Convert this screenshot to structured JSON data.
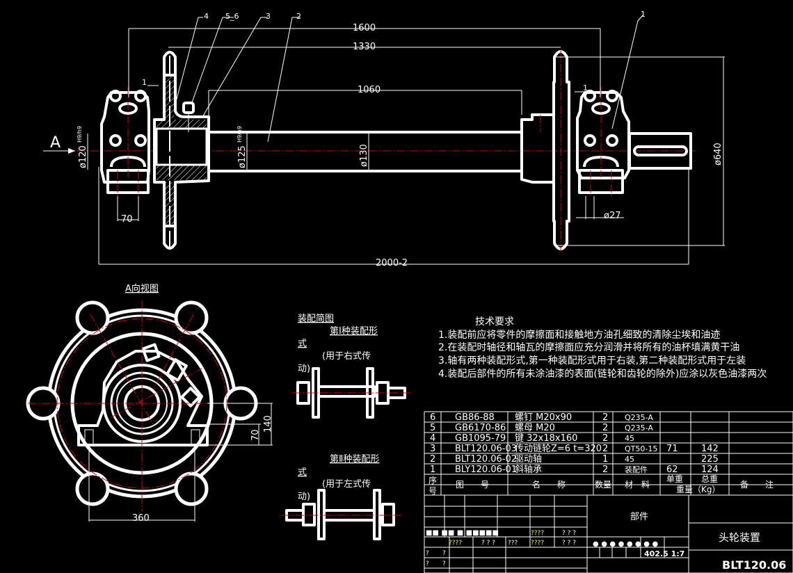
{
  "colors": {
    "background": "#000000",
    "lines": "#ffffff",
    "centerline": "#dd0000",
    "garbled": "#ffff00"
  },
  "main_view": {
    "view_arrow": "A",
    "dims": {
      "d1600": "1600",
      "d1330": "1330",
      "d1060": "1060",
      "d2000": "2000-2",
      "d640": "ø640",
      "d27": "ø27",
      "d70": "70",
      "d120": "ø120",
      "d120_fit": "H9/h9",
      "d125": "ø125",
      "d125_fit": "H9/h9",
      "d130": "ø130",
      "gap_left": "1",
      "gap_right": "1"
    },
    "callouts": {
      "c4": "4",
      "c56": "5_6",
      "c3": "3",
      "c2": "2",
      "c1": "1"
    }
  },
  "a_view": {
    "title": "A向视图",
    "d360": "360",
    "d140": "140",
    "d70": "70"
  },
  "assembly": {
    "title": "装配简图",
    "form1_a": "第Ⅰ种装配形",
    "form1_b": "式",
    "form1_c": "(用于右式传",
    "form1_d": "动)",
    "form2_a": "第Ⅱ种装配形",
    "form2_b": "式",
    "form2_c": "(用于左式传",
    "form2_d": "动)"
  },
  "tech_req": {
    "title": "技术要求",
    "items": [
      "1.装配前应将零件的摩擦面和接触地方油孔细致的清除尘埃和油迹",
      "2.在装配时轴径和轴瓦的摩擦面应充分润滑并将所有的油杯填满黄干油",
      "3.轴有两种装配形式,第一种装配形式用于右装,第二种装配形式用于左装",
      "4.装配后部件的所有未涂油漆的表面(链轮和齿轮的除外)应涂以灰色油漆两次"
    ]
  },
  "bom": {
    "rows": [
      [
        "6",
        "GB86-88",
        "螺钉 M20x90",
        "2",
        "Q235-A",
        "",
        ""
      ],
      [
        "5",
        "GB6170-86",
        "螺母 M20",
        "2",
        "Q235-A",
        "",
        ""
      ],
      [
        "4",
        "GB1095-79",
        "键 32x18x160",
        "2",
        "45",
        "",
        ""
      ],
      [
        "3",
        "BLT120.06-03",
        "传动链轮Z=6 t=320",
        "2",
        "QT50-15",
        "71",
        "142"
      ],
      [
        "2",
        "BLT120.06-02",
        "驱动轴",
        "1",
        "45",
        "",
        "225"
      ],
      [
        "1",
        "BLY120.06-01",
        "斜轴承",
        "2",
        "装配件",
        "62",
        "124"
      ]
    ],
    "header": {
      "no": "序号",
      "drawing": "图　　号",
      "name": "名　　称",
      "qty": "数量",
      "material": "材　料",
      "unit_weight": "单重",
      "total_weight": "总重",
      "weight": "重量（Kg）",
      "remark": "备　　注"
    }
  },
  "title_block": {
    "part_type": "部件",
    "name": "头轮装置",
    "code": "BLT120.06",
    "scale": "402.5 1:7",
    "garbled": {
      "g1": "????",
      "g2": "? ? ?",
      "g3": "????",
      "g4": "? ? ?",
      "g5": "???",
      "g6": "????",
      "g7": "? ? ?",
      "q": "?"
    }
  }
}
